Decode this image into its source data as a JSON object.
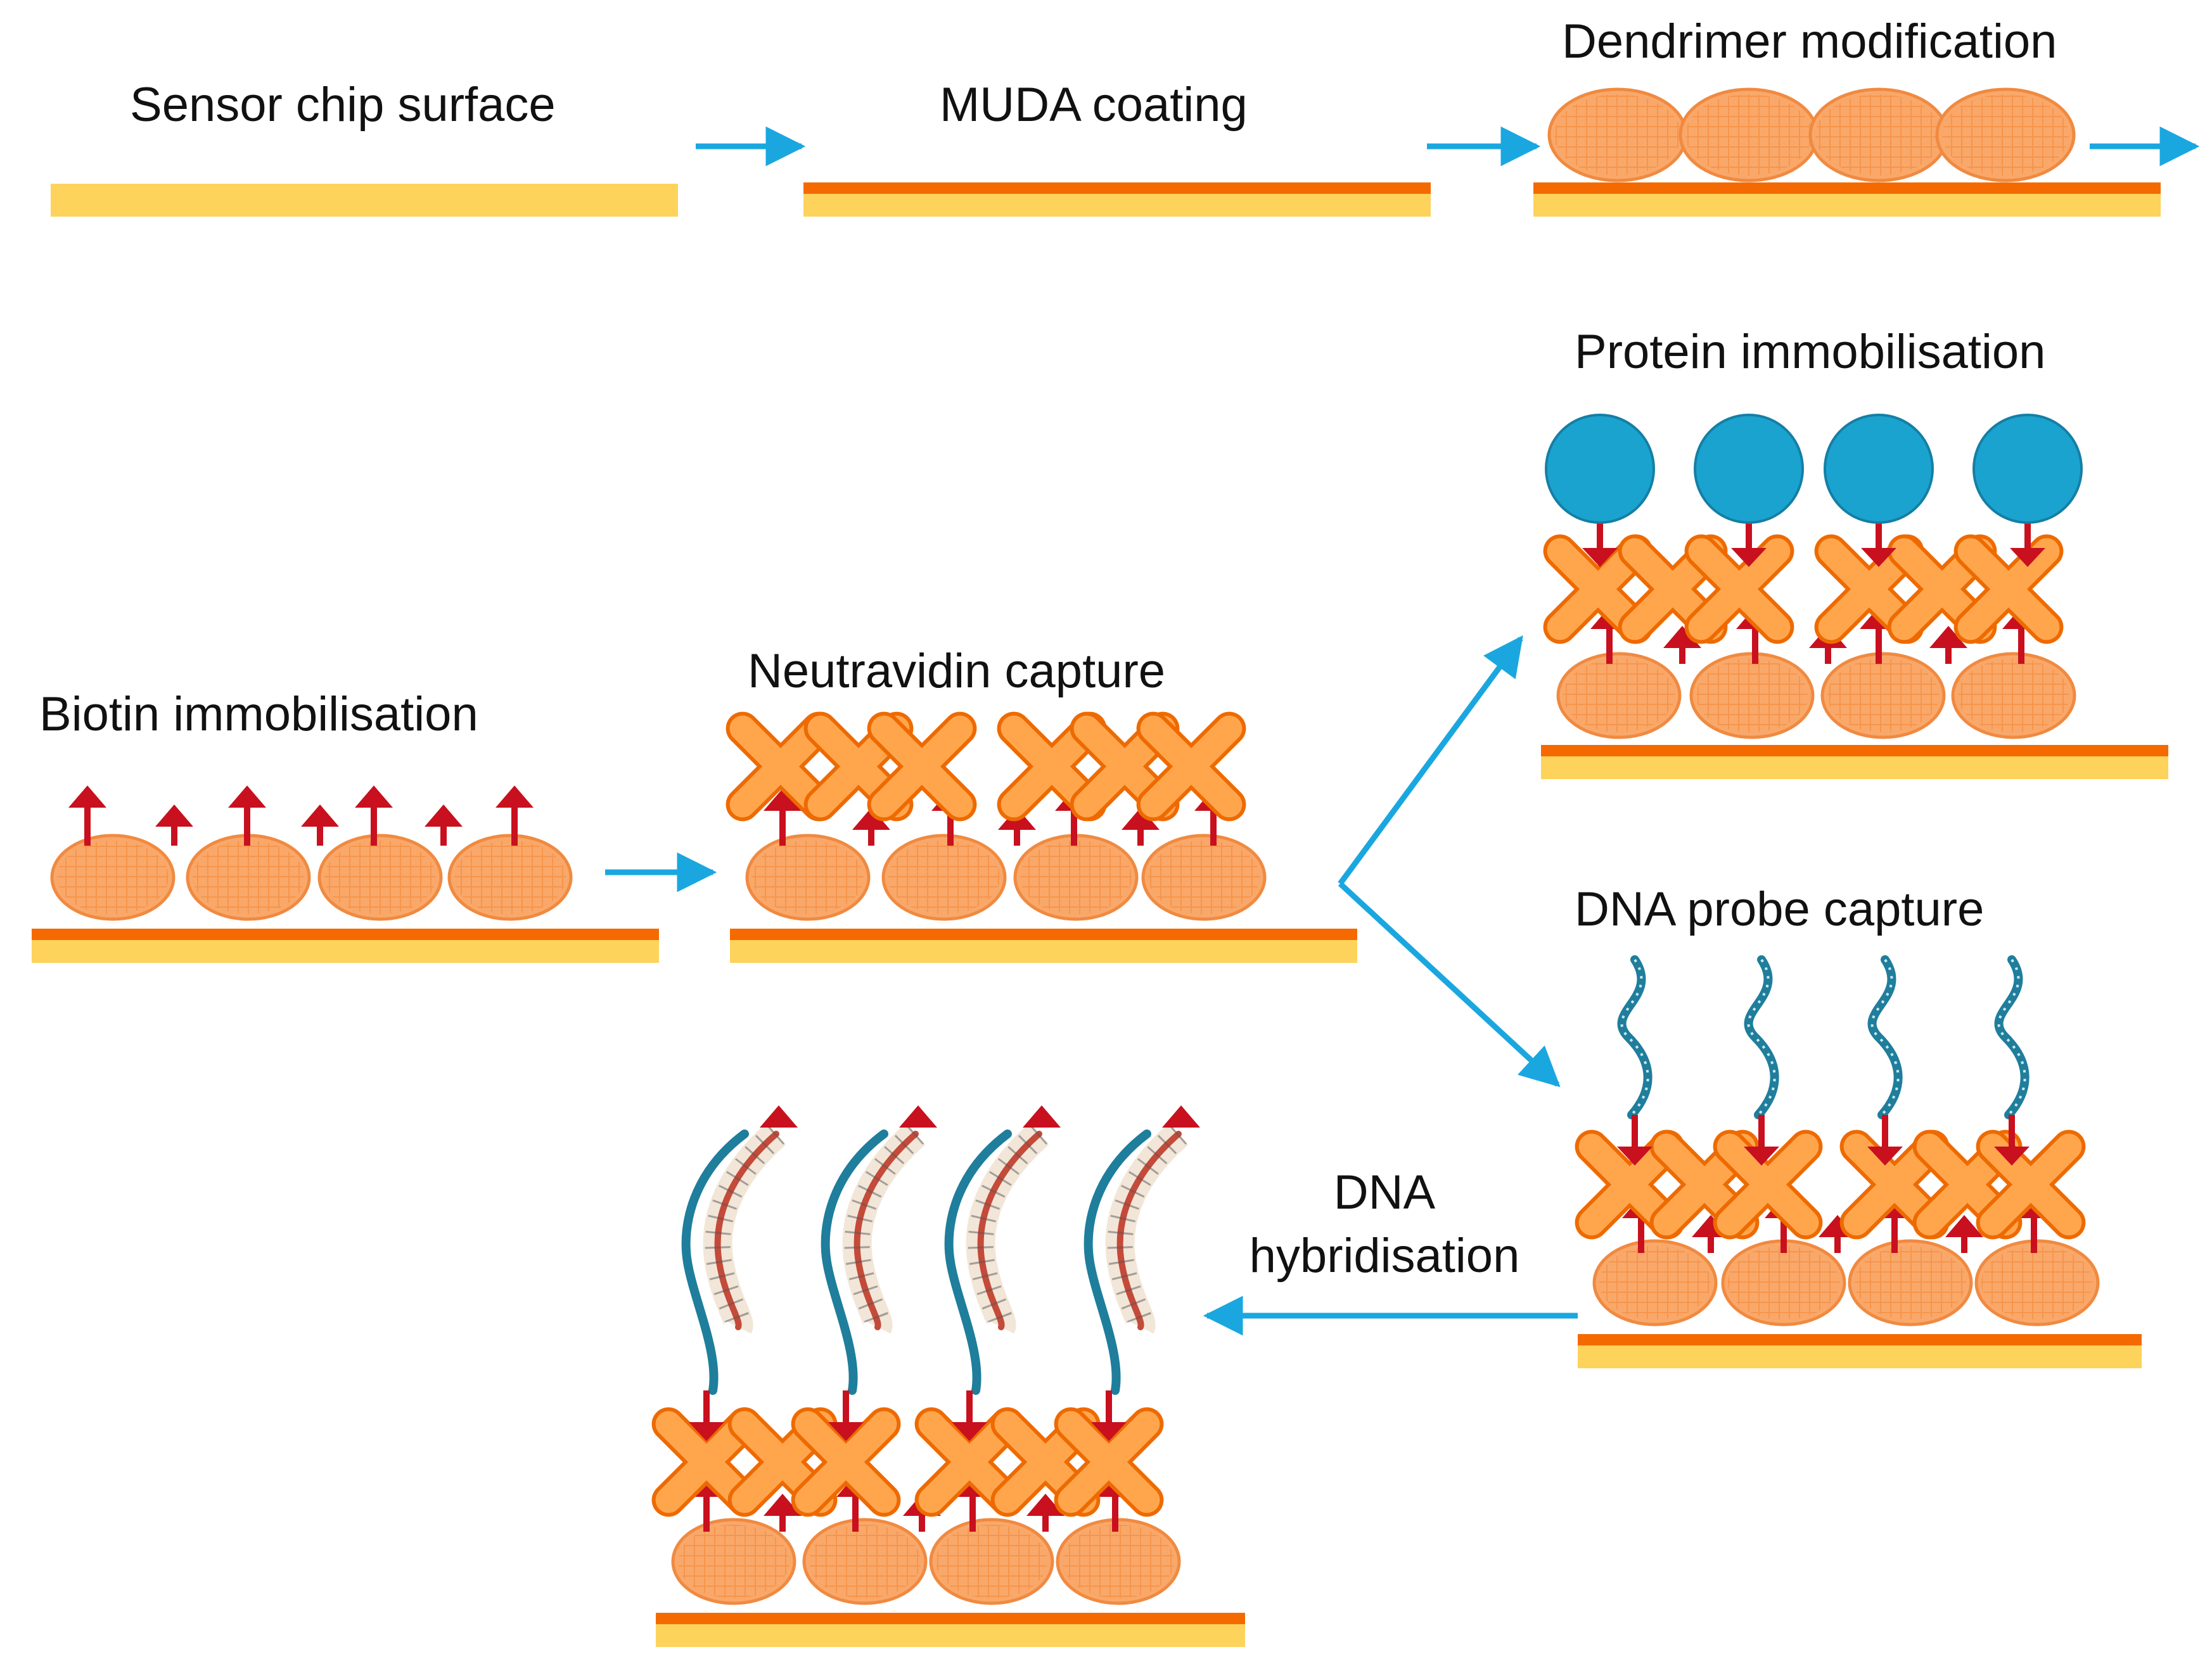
{
  "labels": {
    "sensor": "Sensor chip surface",
    "muda": "MUDA coating",
    "dendrimer": "Dendrimer modification",
    "protein": "Protein immobilisation",
    "neutravidin": "Neutravidin capture",
    "biotin": "Biotin immobilisation",
    "dna_probe": "DNA probe capture",
    "dna_hyb_1": "DNA",
    "dna_hyb_2": "hybridisation"
  },
  "colors": {
    "substrate": "#FDD35C",
    "muda_layer": "#F56A00",
    "dendrimer_fill": "#F9A86A",
    "dendrimer_edge": "#F08A40",
    "biotin": "#C8101E",
    "neutravidin_fill": "#FFA64D",
    "neutravidin_edge": "#EE6A00",
    "protein": "#1BA3CF",
    "dna_strand": "#1E7E9C",
    "dna_complement": "#C44A3A",
    "flow_arrow": "#1AA7E0"
  }
}
